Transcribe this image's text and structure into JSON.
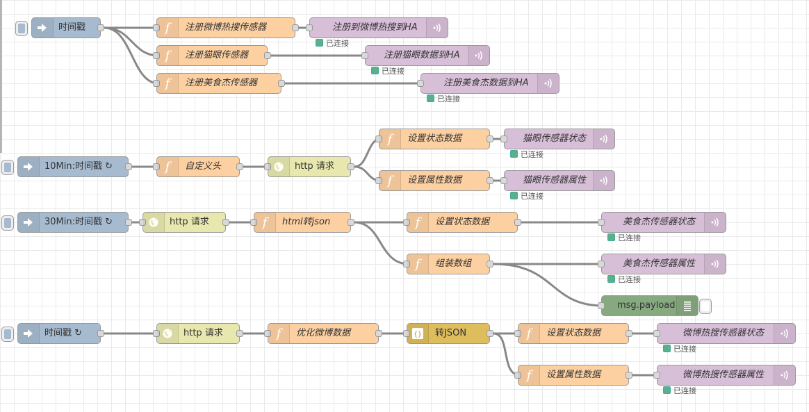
{
  "colors": {
    "inject": "#a6bbcf",
    "function": "#fdd0a2",
    "http": "#e7e7ae",
    "mqtt": "#d8bfd8",
    "json": "#debd5c",
    "debug": "#87a980",
    "status_connected": "#5ab08a",
    "wire": "#888888"
  },
  "icons": {
    "inject": "arrow-in-icon",
    "function": "function-icon",
    "http": "globe-icon",
    "mqtt": "bridge-icon",
    "json": "json-braces-icon",
    "debug": "list-icon"
  },
  "flows": {
    "f1": {
      "inject": "时间戳",
      "fn1": "注册微博热搜传感器",
      "fn2": "注册猫眼传感器",
      "fn3": "注册美食杰传感器",
      "out1": "注册到微博热搜到HA",
      "out2": "注册猫眼数据到HA",
      "out3": "注册美食杰数据到HA",
      "status1": "已连接",
      "status2": "已连接",
      "status3": "已连接"
    },
    "f2": {
      "inject": "10Min:时间戳 ↻",
      "fn": "自定义头",
      "http": "http 请求",
      "fn_state": "设置状态数据",
      "fn_attr": "设置属性数据",
      "out_state": "猫眼传感器状态",
      "out_attr": "猫眼传感器属性",
      "status1": "已连接",
      "status2": "已连接"
    },
    "f3": {
      "inject": "30Min:时间戳 ↻",
      "http": "http 请求",
      "fn": "html转json",
      "fn_state": "设置状态数据",
      "fn_assemble": "组装数组",
      "out_state": "美食杰传感器状态",
      "out_attr": "美食杰传感器属性",
      "debug": "msg.payload",
      "status1": "已连接",
      "status2": "已连接"
    },
    "f4": {
      "inject": "时间戳 ↻",
      "http": "http 请求",
      "fn": "优化微博数据",
      "json": "转JSON",
      "fn_state": "设置状态数据",
      "fn_attr": "设置属性数据",
      "out_state": "微博热搜传感器状态",
      "out_attr": "微博热搜传感器属性",
      "status1": "已连接",
      "status2": "已连接"
    }
  }
}
